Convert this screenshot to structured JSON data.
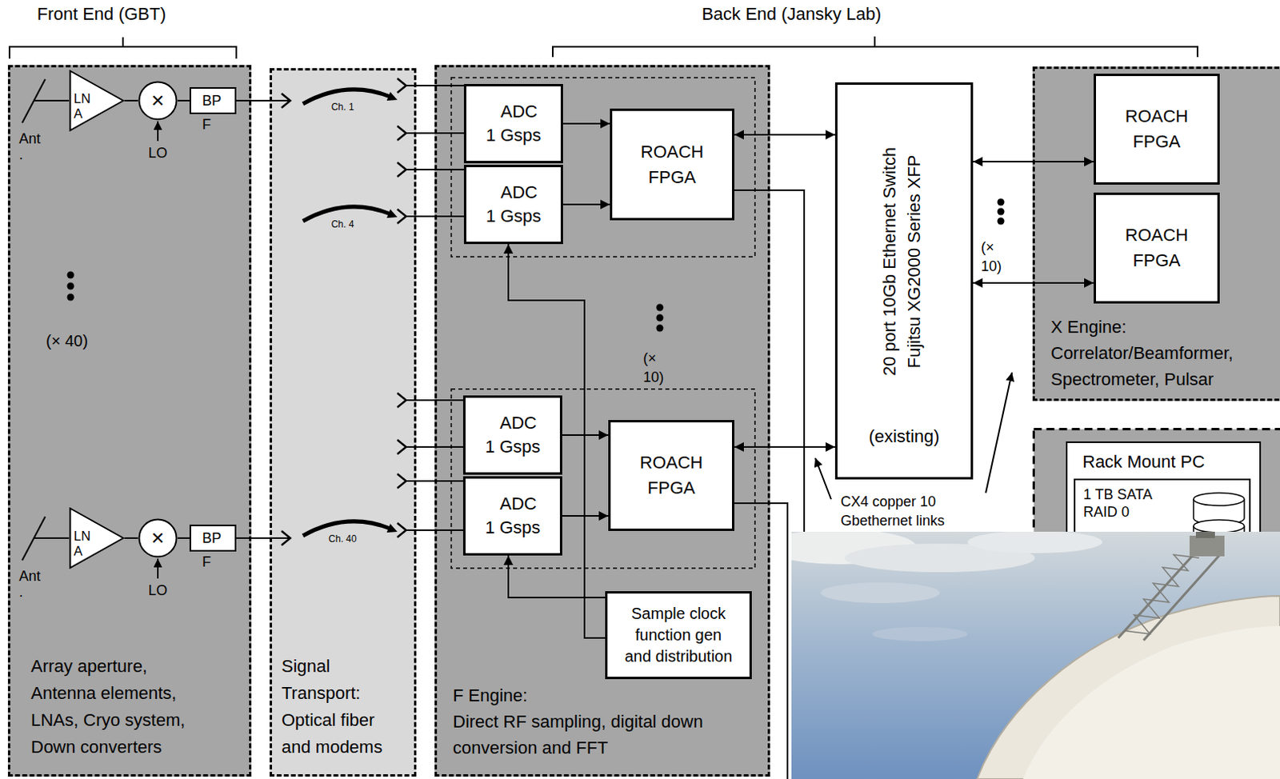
{
  "diagram": {
    "nodes": [
      {
        "text": [
          "Array aperture, Antenna elements, LNAs, Cryo system, Down converters"
        ]
      },
      {
        "text": [
          "LN A"
        ],
        "in": 0
      },
      {
        "text": [
          "×"
        ],
        "in": 0
      },
      {
        "text": [
          "BP F"
        ],
        "in": 0
      },
      {
        "text": [
          "LN A"
        ],
        "in": 0
      },
      {
        "text": [
          "×"
        ],
        "in": 0
      },
      {
        "text": [
          "BP F"
        ],
        "in": 0
      },
      {
        "text": [
          "Signal Transport: Optical fiber and modems"
        ]
      },
      {
        "text": [
          "F Engine:",
          "Direct RF sampling, digital down conversion and FFT"
        ]
      },
      {
        "text": [
          "ADC 1 Gsps"
        ],
        "in": 8
      },
      {
        "text": [
          "ADC 1 Gsps"
        ],
        "in": 8
      },
      {
        "text": [
          "ROACH FPGA"
        ],
        "in": 8
      },
      {
        "text": [
          "ADC 1 Gsps"
        ],
        "in": 8
      },
      {
        "text": [
          "ADC 1 Gsps"
        ],
        "in": 8
      },
      {
        "text": [
          "ROACH FPGA"
        ],
        "in": 8
      },
      {
        "text": [
          "Sample clock function gen and distribution"
        ],
        "in": 8
      },
      {
        "text": [
          "20 port 10Gb Ethernet Switch Fujitsu XG2000 Series XFP",
          "(existing)"
        ]
      },
      {
        "text": [
          "X Engine:",
          "Correlator/Beamformer, Spectrometer, Pulsar"
        ]
      },
      {
        "text": [
          "ROACH FPGA"
        ],
        "in": 17
      },
      {
        "text": [
          "ROACH FPGA"
        ],
        "in": 17
      },
      {
        "text": [
          "Rack Mount PC"
        ]
      },
      {
        "text": [
          "1 TB SATA RAID 0"
        ],
        "in": 20
      }
    ],
    "edges": [
      {
        "from": 1,
        "to": 2,
        "arrow": "none"
      },
      {
        "from": 2,
        "to": 3,
        "arrow": "none"
      },
      {
        "from": 4,
        "to": 5,
        "arrow": "none"
      },
      {
        "from": 5,
        "to": 6,
        "arrow": "none"
      },
      {
        "from": 9,
        "to": 11,
        "arrow": "to"
      },
      {
        "from": 10,
        "to": 11,
        "arrow": "to"
      },
      {
        "from": 12,
        "to": 14,
        "arrow": "to"
      },
      {
        "from": 13,
        "to": 14,
        "arrow": "to"
      },
      {
        "from": 15,
        "to": 10,
        "arrow": "to"
      },
      {
        "from": 15,
        "to": 13,
        "arrow": "to"
      },
      {
        "from": 11,
        "to": 16,
        "arrow": "both"
      },
      {
        "from": 14,
        "to": 16,
        "arrow": "both"
      },
      {
        "from": 16,
        "to": 18,
        "arrow": "both"
      },
      {
        "from": 16,
        "to": 19,
        "arrow": "both"
      }
    ],
    "labels": [
      "Front End (GBT)",
      "Back End (Jansky Lab)",
      "Ant .",
      "LO",
      "Ant .",
      "LO",
      "(× 40)",
      "Ch. 1",
      "Ch. 4",
      "Ch. 40",
      "(× 10)",
      "(× 10)",
      "CX4 copper 10 Gbethernet links"
    ]
  }
}
